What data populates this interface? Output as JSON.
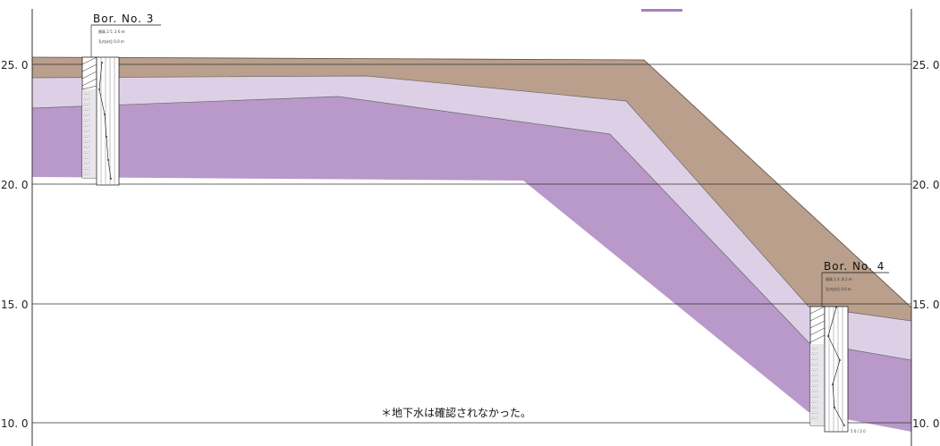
{
  "diagram": {
    "elevation_labels": [
      "25. 0",
      "20. 0",
      "15. 0",
      "10. 0"
    ],
    "boreholes": [
      {
        "name": "Bor. No. 3",
        "info_line1": "標高 2 5. 2 6 m",
        "info_line2": "孔内水位 0.0 m"
      },
      {
        "name": "Bor. No. 4",
        "info_line1": "標高 1 4. 8 2 m",
        "info_line2": "孔内水位 0.0 m"
      }
    ],
    "bottom_value": "5 0 / 2 0",
    "note": "＊地下水は確認されなかった。",
    "colors": {
      "topsoil": "#b99f8c",
      "weathered": "#ddd0e6",
      "bedrock": "#b999c9",
      "legend_swatch": "#a97fc0",
      "gridline": "#333333"
    }
  }
}
